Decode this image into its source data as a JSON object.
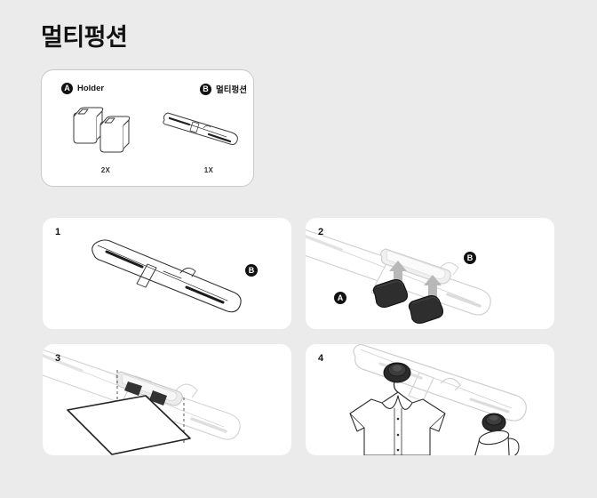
{
  "page": {
    "title": "멀티펑션",
    "background_color": "#ebebeb",
    "card_color": "#ffffff"
  },
  "parts_card": {
    "parts": [
      {
        "badge": "A",
        "label": "Holder",
        "quantity": "2X",
        "icon": "holder-clip-pair-icon"
      },
      {
        "badge": "B",
        "label": "멀티펑션",
        "quantity": "1X",
        "icon": "multifunction-bar-icon"
      }
    ]
  },
  "steps": [
    {
      "number": "1",
      "badges": [
        {
          "label": "B"
        }
      ],
      "illustration": "multifunction-bar-diagonal"
    },
    {
      "number": "2",
      "badges": [
        {
          "label": "B"
        },
        {
          "label": "A"
        }
      ],
      "illustration": "holders-insert-into-bar-with-arrows"
    },
    {
      "number": "3",
      "badges": [],
      "illustration": "bar-mounted-under-surface-dashed-alignment"
    },
    {
      "number": "4",
      "badges": [],
      "illustration": "shirt-and-cup-hanging-on-hooks"
    }
  ],
  "colors": {
    "ink": "#1a1a1a",
    "badge_bg": "#111111",
    "badge_text": "#ffffff",
    "line": "#3a3a3a",
    "light_line": "#d8d8d8",
    "holder_dark": "#2b2b2b",
    "slot_dark": "#1e1e1e"
  }
}
